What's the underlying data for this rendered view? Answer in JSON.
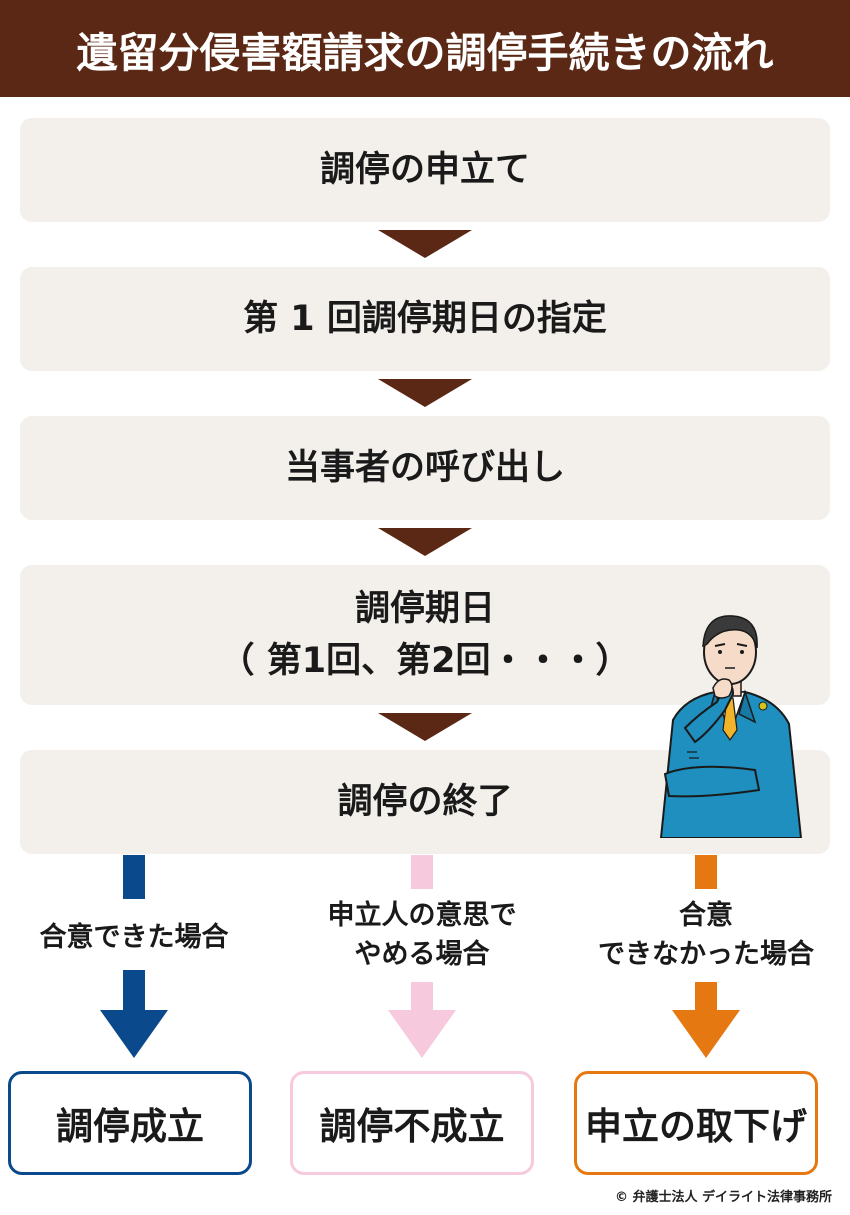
{
  "header": {
    "title": "遺留分侵害額請求の調停手続きの流れ"
  },
  "steps": [
    {
      "line1": "調停の申立て"
    },
    {
      "line1": "第 1 回調停期日の指定"
    },
    {
      "line1": "当事者の呼び出し"
    },
    {
      "line1": "調停期日",
      "line2": "（ 第1回、第2回・・・）"
    },
    {
      "line1": "調停の終了"
    }
  ],
  "branches": [
    {
      "label": "合意できた場合",
      "result": "調停成立",
      "color": "#0a4a8c"
    },
    {
      "label1": "申立人の意思で",
      "label2": "やめる場合",
      "result": "調停不成立",
      "color": "#f7c9dc"
    },
    {
      "label1": "合意",
      "label2": "できなかった場合",
      "result": "申立の取下げ",
      "color": "#e67812"
    }
  ],
  "colors": {
    "header": "#5a2814",
    "step_bg": "#f3efea",
    "connector": "#5a2814"
  },
  "illustration": {
    "icon": "thinking-businessman-icon"
  },
  "footer": {
    "copyright": "© 弁護士法人 デイライト法律事務所"
  }
}
